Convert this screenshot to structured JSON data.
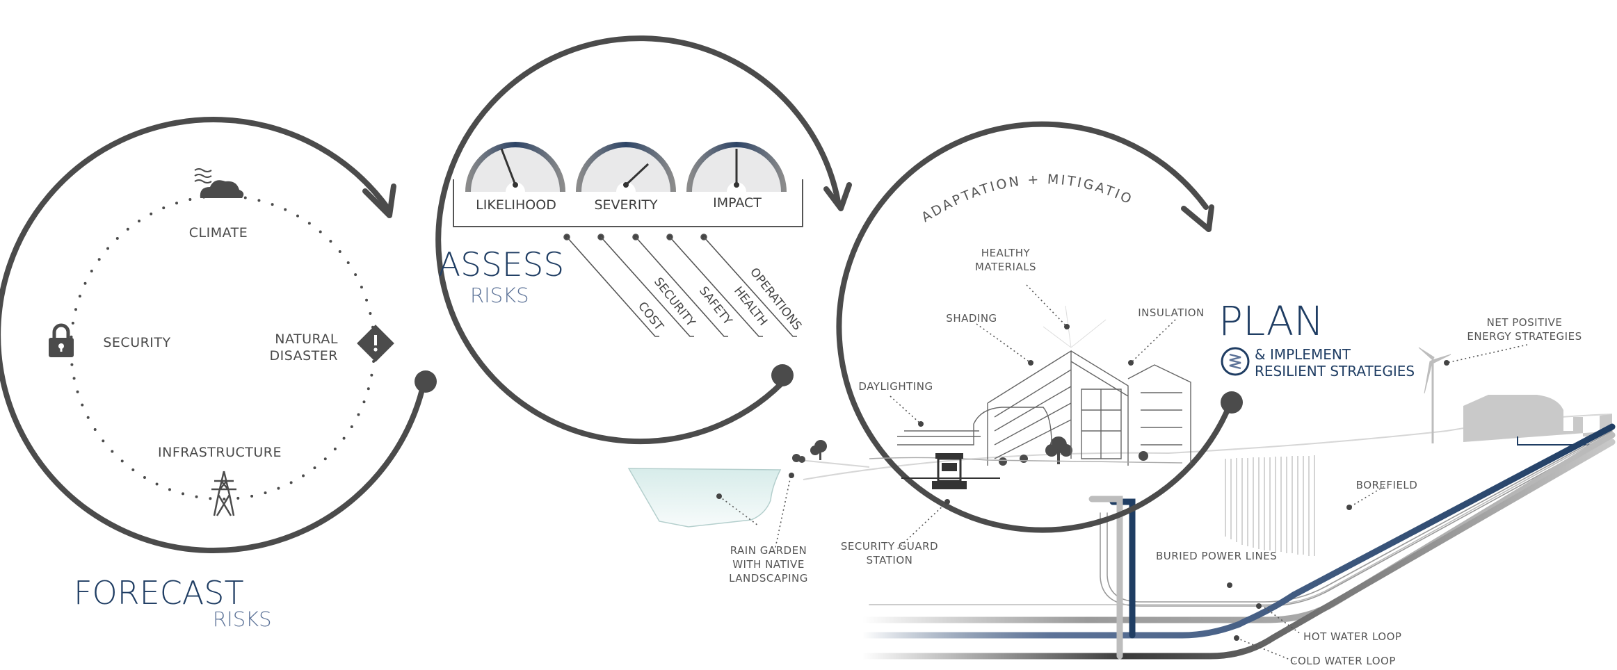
{
  "colors": {
    "ring": "#4b4b4b",
    "navy": "#1f3d63",
    "steel": "#5d7398",
    "grey": "#8a8a8a",
    "light": "#cfcfcf"
  },
  "forecast": {
    "title": "FORECAST",
    "subtitle": "RISKS",
    "items": {
      "climate": "CLIMATE",
      "security": "SECURITY",
      "natural_disaster_1": "NATURAL",
      "natural_disaster_2": "DISASTER",
      "infrastructure": "INFRASTRUCTURE"
    },
    "icons": [
      "cloud-icon",
      "lock-icon",
      "warning-icon",
      "power-tower-icon"
    ]
  },
  "assess": {
    "title": "ASSESS",
    "subtitle": "RISKS",
    "gauges": [
      {
        "label": "LIKELIHOOD"
      },
      {
        "label": "SEVERITY"
      },
      {
        "label": "IMPACT"
      }
    ],
    "factors": [
      "COST",
      "SECURITY",
      "SAFETY",
      "HEALTH",
      "OPERATIONS"
    ]
  },
  "plan": {
    "arc_text": "ADAPTATION + MITIGATION",
    "title": "PLAN",
    "subtitle_1": "& IMPLEMENT",
    "subtitle_2": "RESILIENT STRATEGIES",
    "callouts": {
      "healthy_1": "HEALTHY",
      "healthy_2": "MATERIALS",
      "shading": "SHADING",
      "insulation": "INSULATION",
      "daylighting": "DAYLIGHTING",
      "net_1": "NET POSITIVE",
      "net_2": "ENERGY STRATEGIES",
      "borefield": "BOREFIELD",
      "rain_1": "RAIN GARDEN",
      "rain_2": "WITH NATIVE",
      "rain_3": "LANDSCAPING",
      "guard_1": "SECURITY GUARD",
      "guard_2": "STATION",
      "buried": "BURIED POWER LINES",
      "hot": "HOT WATER LOOP",
      "cold": "COLD WATER LOOP"
    }
  }
}
